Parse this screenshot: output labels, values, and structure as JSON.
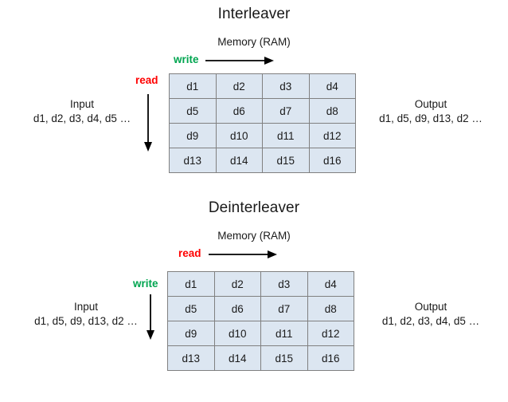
{
  "page": {
    "background_color": "#ffffff",
    "cell_fill_color": "#dce6f1",
    "cell_border_color": "#808080",
    "write_color": "#00a550",
    "read_color": "#ff0000",
    "text_color": "#1a1a1a"
  },
  "interleaver": {
    "title": "Interleaver",
    "memory_label": "Memory (RAM)",
    "horizontal_op": "write",
    "vertical_op": "read",
    "input": {
      "heading": "Input",
      "sequence": "d1, d2, d3, d4, d5 …"
    },
    "output": {
      "heading": "Output",
      "sequence": "d1, d5, d9, d13, d2 …"
    },
    "grid": [
      [
        "d1",
        "d2",
        "d3",
        "d4"
      ],
      [
        "d5",
        "d6",
        "d7",
        "d8"
      ],
      [
        "d9",
        "d10",
        "d11",
        "d12"
      ],
      [
        "d13",
        "d14",
        "d15",
        "d16"
      ]
    ]
  },
  "deinterleaver": {
    "title": "Deinterleaver",
    "memory_label": "Memory (RAM)",
    "horizontal_op": "read",
    "vertical_op": "write",
    "input": {
      "heading": "Input",
      "sequence": "d1, d5, d9, d13, d2 …"
    },
    "output": {
      "heading": "Output",
      "sequence": "d1, d2, d3, d4, d5 …"
    },
    "grid": [
      [
        "d1",
        "d2",
        "d3",
        "d4"
      ],
      [
        "d5",
        "d6",
        "d7",
        "d8"
      ],
      [
        "d9",
        "d10",
        "d11",
        "d12"
      ],
      [
        "d13",
        "d14",
        "d15",
        "d16"
      ]
    ]
  }
}
